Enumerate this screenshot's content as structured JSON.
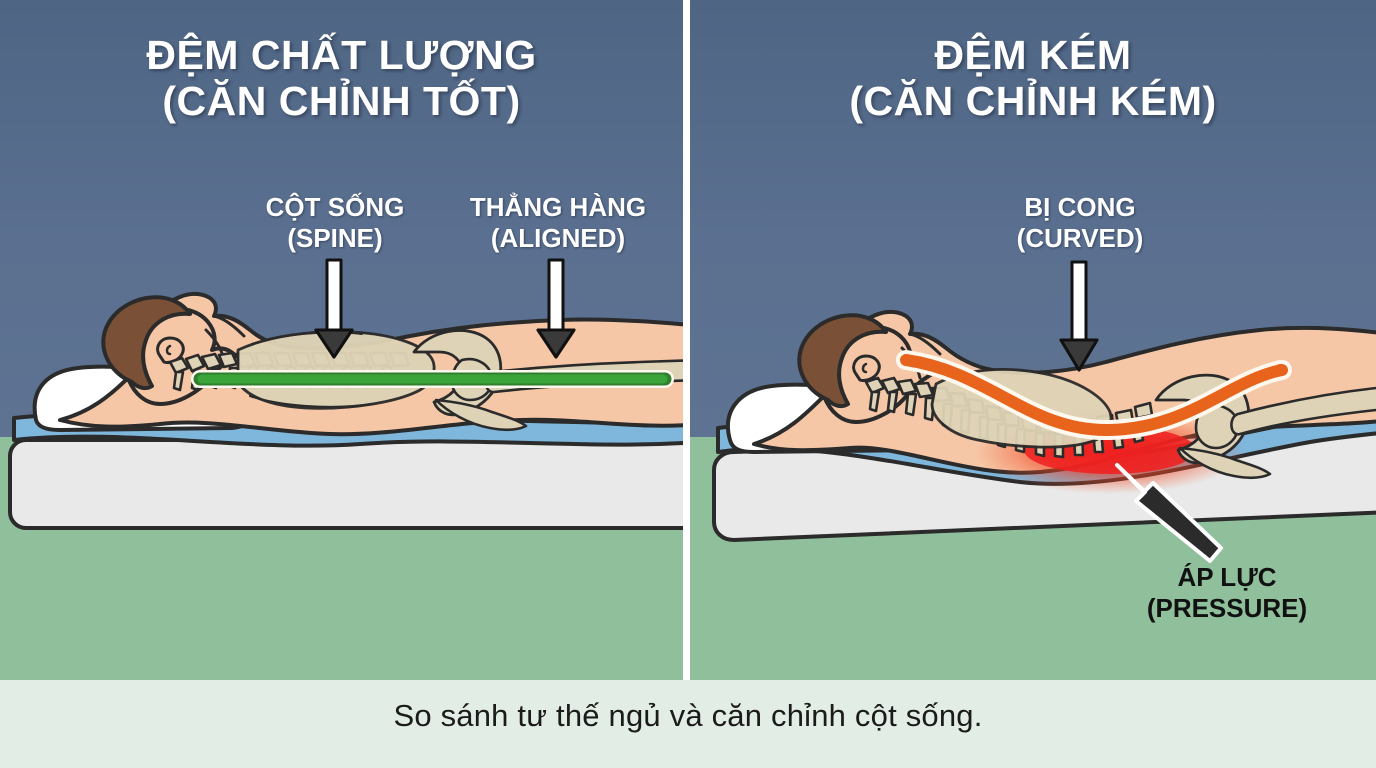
{
  "panels": {
    "left": {
      "title_line1": "ĐỆM CHẤT LƯỢNG",
      "title_line2": "(CĂN CHỈNH TỐT)",
      "callouts": [
        {
          "name": "spine",
          "line1": "CỘT SỐNG",
          "line2": "(SPINE)"
        },
        {
          "name": "aligned",
          "line1": "THẲNG HÀNG",
          "line2": "(ALIGNED)"
        }
      ],
      "spine_line_color": "#3aa33a",
      "spine_state": "straight"
    },
    "right": {
      "title_line1": "ĐỆM KÉM",
      "title_line2": "(CĂN CHỈNH KÉM)",
      "callouts": [
        {
          "name": "curved",
          "line1": "BỊ CONG",
          "line2": "(CURVED)"
        },
        {
          "name": "pressure",
          "line1": "ÁP LỰC",
          "line2": "(PRESSURE)"
        }
      ],
      "spine_line_color": "#e8641c",
      "spine_state": "curved",
      "pressure_color": "#ee2020"
    }
  },
  "caption": "So sánh tư thế ngủ và căn chỉnh cột sống.",
  "colors": {
    "sky_top": "#4e6584",
    "sky_bottom": "#5e7392",
    "floor": "#8fbf9b",
    "caption_band": "#e2eee5",
    "skin": "#f6c7a6",
    "hair": "#7a5036",
    "bone": "#ded3b6",
    "pillow": "#ffffff",
    "sheet": "#7fb7dc",
    "mattress": "#e8e8e8",
    "outline": "#2b2b2b",
    "divider": "#ffffff",
    "arrow_fill": "#ffffff",
    "arrow_head": "#3a3a3a"
  },
  "icons": {
    "arrow_spine": "down-arrow-icon",
    "arrow_aligned": "down-arrow-icon",
    "arrow_curved": "down-arrow-icon",
    "arrow_pressure": "diagonal-arrow-icon"
  }
}
